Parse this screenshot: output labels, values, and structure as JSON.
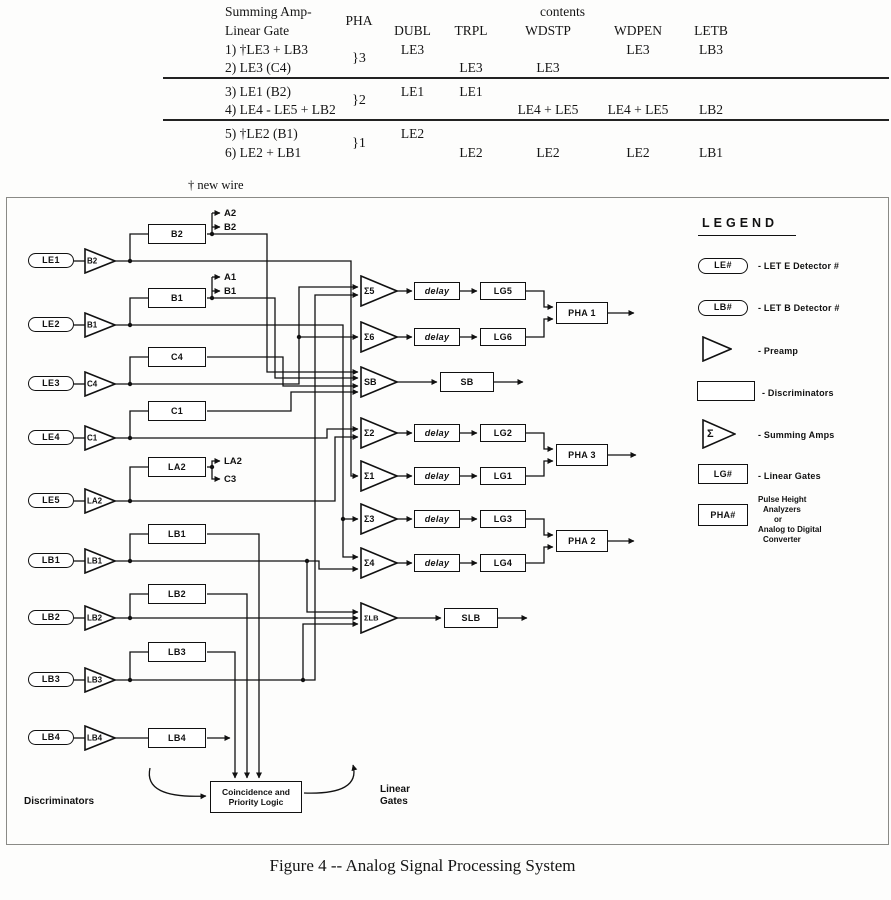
{
  "table": {
    "header": {
      "left_line1": "Summing Amp-",
      "left_line2": "Linear Gate",
      "pha": "PHA",
      "contents": "contents",
      "cols": [
        "DUBL",
        "TRPL",
        "WDSTP",
        "WDPEN",
        "LETB"
      ]
    },
    "braces": [
      "}3",
      "}2",
      "}1"
    ],
    "rows": [
      {
        "label": "1) †LE3 + LB3",
        "dubl": "LE3",
        "trpl": "",
        "wdstp": "",
        "wdpen": "LE3",
        "letb": "LB3"
      },
      {
        "label": "2) LE3 (C4)",
        "dubl": "",
        "trpl": "LE3",
        "wdstp": "LE3",
        "wdpen": "",
        "letb": ""
      },
      {
        "label": "3) LE1 (B2)",
        "dubl": "LE1",
        "trpl": "LE1",
        "wdstp": "",
        "wdpen": "",
        "letb": ""
      },
      {
        "label": "4) LE4 - LE5 + LB2",
        "dubl": "",
        "trpl": "",
        "wdstp": "LE4 + LE5",
        "wdpen": "LE4 + LE5",
        "letb": "LB2"
      },
      {
        "label": "5) †LE2 (B1)",
        "dubl": "LE2",
        "trpl": "",
        "wdstp": "",
        "wdpen": "",
        "letb": ""
      },
      {
        "label": "6) LE2 + LB1",
        "dubl": "",
        "trpl": "LE2",
        "wdstp": "LE2",
        "wdpen": "LE2",
        "letb": "LB1"
      }
    ],
    "footnote": "† new wire"
  },
  "diagram": {
    "detectors": [
      "LE1",
      "LE2",
      "LE3",
      "LE4",
      "LE5",
      "LB1",
      "LB2",
      "LB3",
      "LB4"
    ],
    "preamps": [
      "B2",
      "B1",
      "C4",
      "C1",
      "LA2",
      "LB1",
      "LB2",
      "LB3",
      "LB4"
    ],
    "discs": [
      "B2",
      "B1",
      "C4",
      "C1",
      "LA2",
      "LB1",
      "LB2",
      "LB3",
      "LB4"
    ],
    "disc_out": [
      "A2",
      "B2",
      "A1",
      "B1",
      "LA2",
      "C3"
    ],
    "sums": [
      "Σ5",
      "Σ6",
      "SB",
      "Σ2",
      "Σ1",
      "Σ3",
      "Σ4",
      "ΣLB"
    ],
    "delay": "delay",
    "gates": [
      "LG5",
      "LG6",
      "LG2",
      "LG1",
      "LG3",
      "LG4"
    ],
    "phas": [
      "PHA 1",
      "PHA 3",
      "PHA 2"
    ],
    "sb": "SB",
    "slb": "SLB",
    "coincidence_line1": "Coincidence and",
    "coincidence_line2": "Priority Logic",
    "discriminators_label": "Discriminators",
    "linear_gates_label1": "Linear",
    "linear_gates_label2": "Gates"
  },
  "legend": {
    "title": "LEGEND",
    "le_sym": "LE#",
    "le_desc": "- LET E Detector #",
    "lb_sym": "LB#",
    "lb_desc": "- LET B Detector #",
    "preamp_desc": "- Preamp",
    "disc_desc": "- Discriminators",
    "sigma": "Σ",
    "sum_desc": "- Summing Amps",
    "lg_sym": "LG#",
    "lg_desc": "- Linear Gates",
    "pha_sym": "PHA#",
    "pha_desc1": "Pulse Height",
    "pha_desc2": "Analyzers",
    "pha_desc3": "or",
    "pha_desc4": "Analog to Digital",
    "pha_desc5": "Converter"
  },
  "caption": "Figure 4 -- Analog Signal Processing System"
}
